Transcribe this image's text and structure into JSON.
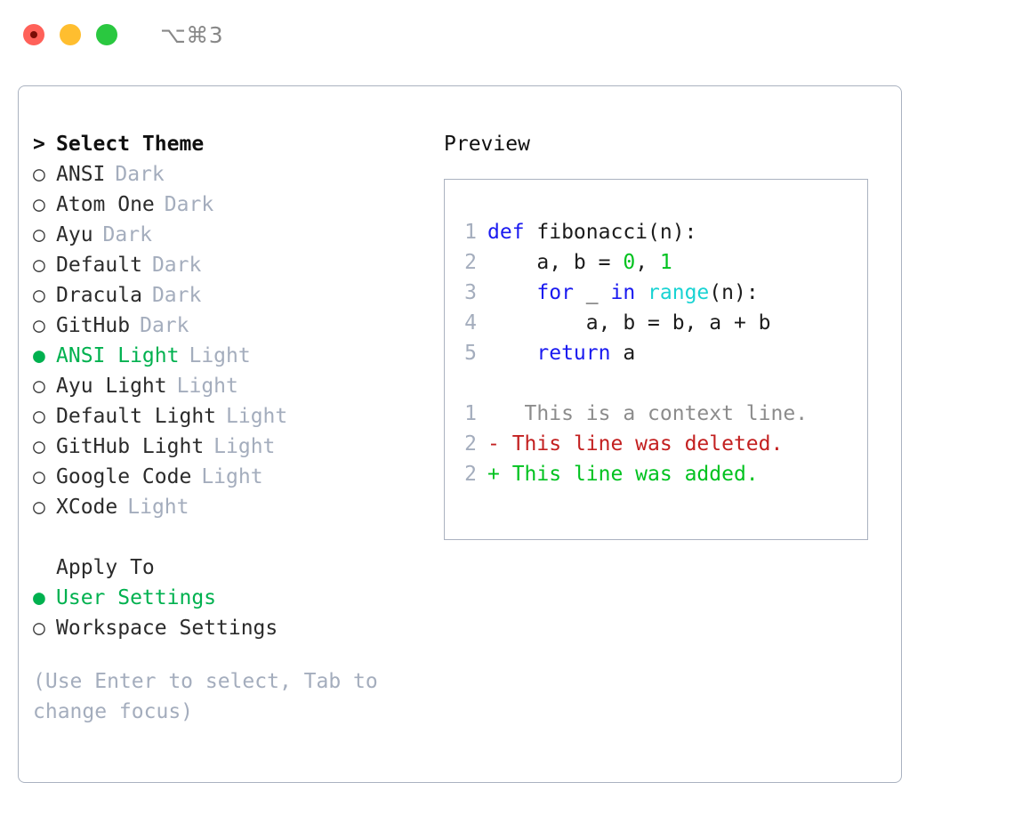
{
  "titlebar": {
    "title": "⌥⌘3",
    "buttons": {
      "close": "close-button",
      "minimize": "minimize-button",
      "maximize": "maximize-button"
    }
  },
  "theme_selector": {
    "header": "Select Theme",
    "caret": ">",
    "bullet_selected": "●",
    "bullet_unselected": "○",
    "selected_color": "#00b14f",
    "kind_color": "#a4adbd",
    "items": [
      {
        "name": "ANSI",
        "kind": "Dark",
        "selected": false
      },
      {
        "name": "Atom One",
        "kind": "Dark",
        "selected": false
      },
      {
        "name": "Ayu",
        "kind": "Dark",
        "selected": false
      },
      {
        "name": "Default",
        "kind": "Dark",
        "selected": false
      },
      {
        "name": "Dracula",
        "kind": "Dark",
        "selected": false
      },
      {
        "name": "GitHub",
        "kind": "Dark",
        "selected": false
      },
      {
        "name": "ANSI Light",
        "kind": "Light",
        "selected": true
      },
      {
        "name": "Ayu Light",
        "kind": "Light",
        "selected": false
      },
      {
        "name": "Default Light",
        "kind": "Light",
        "selected": false
      },
      {
        "name": "GitHub Light",
        "kind": "Light",
        "selected": false
      },
      {
        "name": "Google Code",
        "kind": "Light",
        "selected": false
      },
      {
        "name": "XCode",
        "kind": "Light",
        "selected": false
      }
    ]
  },
  "apply_to": {
    "label": "Apply To",
    "options": [
      {
        "name": "User Settings",
        "selected": true
      },
      {
        "name": "Workspace Settings",
        "selected": false
      }
    ]
  },
  "hint": "(Use Enter to select, Tab to change focus)",
  "preview": {
    "title": "Preview",
    "code_lines": [
      {
        "number": "1",
        "tokens": [
          {
            "text": "def",
            "type": "kw"
          },
          {
            "text": " fibonacci(n):",
            "type": "plain"
          }
        ]
      },
      {
        "number": "2",
        "tokens": [
          {
            "text": "    a, b = ",
            "type": "plain"
          },
          {
            "text": "0",
            "type": "num"
          },
          {
            "text": ", ",
            "type": "plain"
          },
          {
            "text": "1",
            "type": "num"
          }
        ]
      },
      {
        "number": "3",
        "tokens": [
          {
            "text": "    ",
            "type": "plain"
          },
          {
            "text": "for",
            "type": "kw"
          },
          {
            "text": " _ ",
            "type": "plain"
          },
          {
            "text": "in",
            "type": "kw"
          },
          {
            "text": " ",
            "type": "plain"
          },
          {
            "text": "range",
            "type": "fn"
          },
          {
            "text": "(n):",
            "type": "plain"
          }
        ]
      },
      {
        "number": "4",
        "tokens": [
          {
            "text": "        a, b = b, a + b",
            "type": "plain"
          }
        ]
      },
      {
        "number": "5",
        "tokens": [
          {
            "text": "    ",
            "type": "plain"
          },
          {
            "text": "return",
            "type": "kw"
          },
          {
            "text": " a",
            "type": "plain"
          }
        ]
      }
    ],
    "diff_lines": [
      {
        "number": "1",
        "marker": " ",
        "text": "  This is a context line.",
        "type": "ctx"
      },
      {
        "number": "2",
        "marker": "-",
        "text": " This line was deleted.",
        "type": "del"
      },
      {
        "number": "2",
        "marker": "+",
        "text": " This line was added.",
        "type": "add"
      }
    ]
  },
  "colors": {
    "accent_green": "#00b14f",
    "muted": "#a4adbd",
    "border": "#aab2c0",
    "keyword": "#1a1af0",
    "function": "#19d3d3",
    "number": "#00c21f",
    "diff_deleted": "#c32020",
    "diff_added": "#00c21f",
    "diff_context": "#8c8c8c"
  }
}
